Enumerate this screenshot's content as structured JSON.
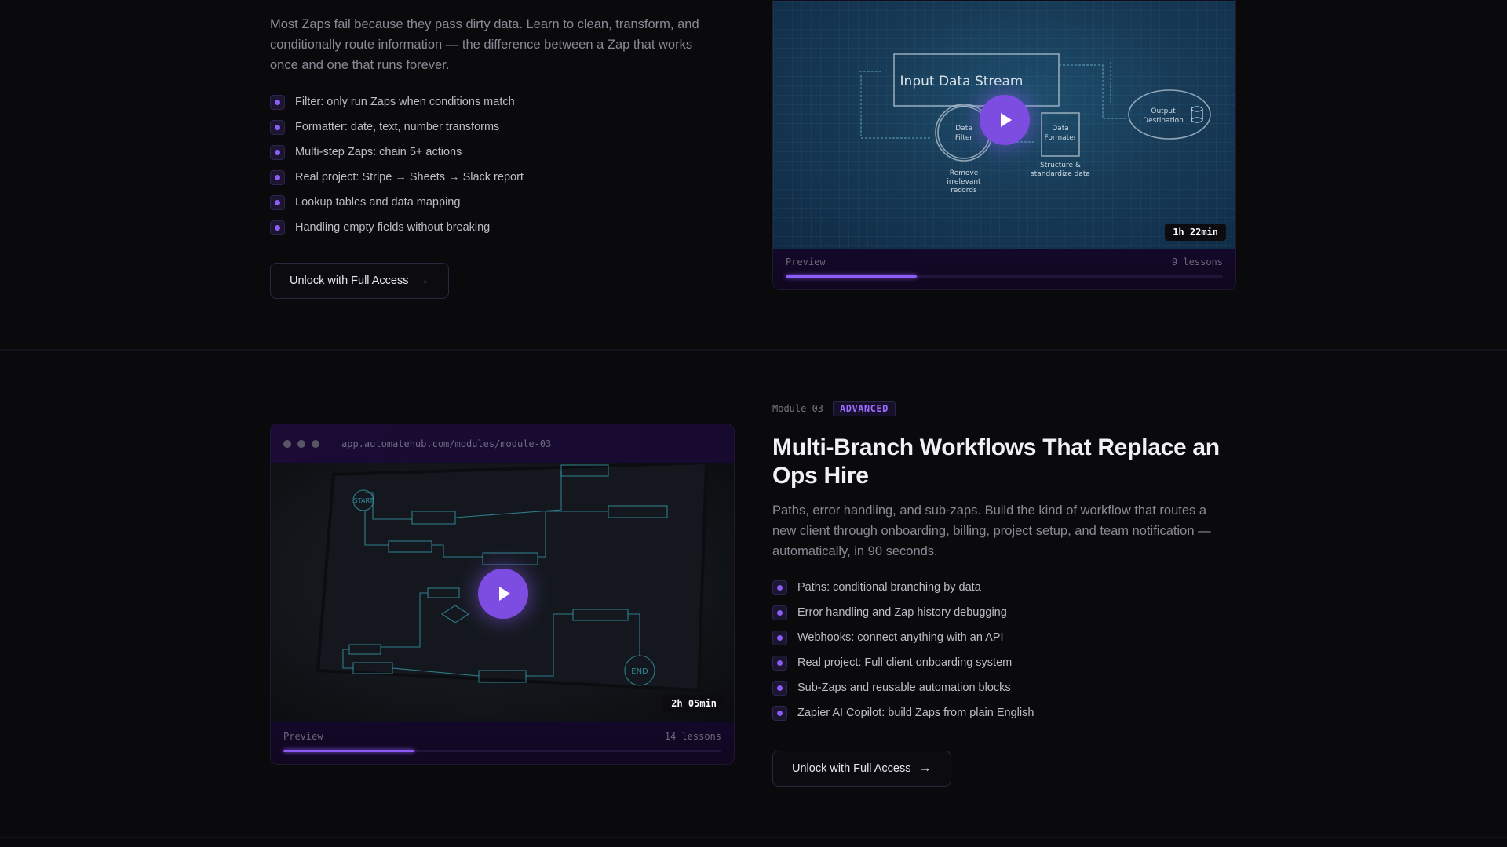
{
  "module02": {
    "description": "Most Zaps fail because they pass dirty data. Learn to clean, transform, and conditionally route information — the difference between a Zap that works once and one that runs forever.",
    "features": [
      "Filter: only run Zaps when conditions match",
      "Formatter: date, text, number transforms",
      "Multi-step Zaps: chain 5+ actions",
      "Real project: Stripe → Sheets → Slack report",
      "Lookup tables and data mapping",
      "Handling empty fields without breaking"
    ],
    "cta_label": "Unlock with Full Access",
    "cta_icon": "arrow-right-icon",
    "video": {
      "diagram": {
        "title": "Input Data Stream",
        "filter": "Data Filter",
        "filter_caption": "Remove irrelevant records",
        "formatter": "Data Formater",
        "formatter_caption": "Structure & standardize data",
        "output": "Output Destination"
      },
      "duration": "1h 22min",
      "preview_label": "Preview",
      "lessons": "9 lessons",
      "progress_percent": 30
    }
  },
  "module03": {
    "label": "Module 03",
    "badge": "ADVANCED",
    "title": "Multi-Branch Workflows That Replace an Ops Hire",
    "description": "Paths, error handling, and sub-zaps. Build the kind of workflow that routes a new client through onboarding, billing, project setup, and team notification — automatically, in 90 seconds.",
    "features": [
      "Paths: conditional branching by data",
      "Error handling and Zap history debugging",
      "Webhooks: connect anything with an API",
      "Real project: Full client onboarding system",
      "Sub-Zaps and reusable automation blocks",
      "Zapier AI Copilot: build Zaps from plain English"
    ],
    "cta_label": "Unlock with Full Access",
    "cta_icon": "arrow-right-icon",
    "video": {
      "url": "app.automatehub.com/modules/module-03",
      "diagram": {
        "start": "START",
        "end": "END"
      },
      "duration": "2h 05min",
      "preview_label": "Preview",
      "lessons": "14 lessons",
      "progress_percent": 30
    }
  },
  "colors": {
    "accent": "#8b5cf6",
    "background": "#0a0a0d",
    "badge_text": "#9b6bff"
  }
}
